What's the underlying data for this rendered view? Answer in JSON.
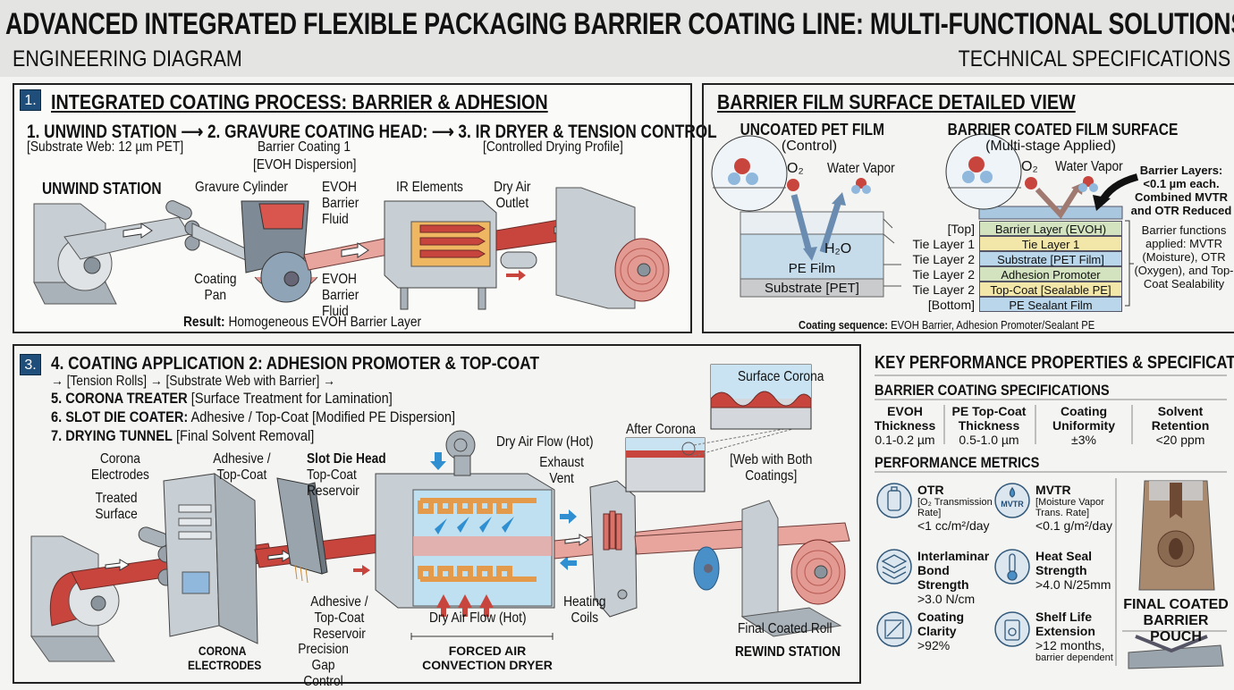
{
  "header": {
    "title": "ADVANCED INTEGRATED FLEXIBLE PACKAGING BARRIER COATING LINE: MULTI-FUNCTIONAL SOLUTIONS",
    "left_subtitle": "ENGINEERING DIAGRAM",
    "right_subtitle": "TECHNICAL SPECIFICATIONS"
  },
  "panel1": {
    "badge": "1.",
    "title": "INTEGRATED COATING PROCESS: BARRIER & ADHESION",
    "steps": "1. UNWIND STATION ⟶ 2. GRAVURE COATING HEAD: ⟶ 3. IR DRYER & TENSION CONTROL",
    "substrate": "[Substrate Web: 12 µm PET]",
    "coating1": "Barrier Coating 1",
    "coating1_sub": "[EVOH Dispersion]",
    "drying": "[Controlled Drying Profile]",
    "unwind": "UNWIND STATION",
    "gravure_cylinder": "Gravure Cylinder",
    "evoh_fluid_top": "EVOH Barrier Fluid",
    "ir_elements": "IR Elements",
    "dry_air_outlet": "Dry Air Outlet",
    "coating_pan": "Coating Pan",
    "evoh_fluid_bottom": "EVOH Barrier Fluid",
    "result_label": "Result:",
    "result_text": " Homogeneous EVOH Barrier Layer"
  },
  "panel2": {
    "title": "BARRIER FILM SURFACE DETAILED VIEW",
    "uncoated_title": "UNCOATED PET FILM",
    "uncoated_sub": "(Control)",
    "o2": "O₂",
    "water_vapor": "Water Vapor",
    "h2o": "H₂O",
    "pe_film": "PE Film",
    "substrate": "Substrate [PET]",
    "coated_title": "BARRIER COATED FILM SURFACE",
    "coated_sub": "(Multi-stage Applied)",
    "side_labels": [
      "[Top]",
      "Tie Layer 1",
      "Tie Layer 2",
      "Tie Layer 2",
      "Tie Layer 2",
      "[Bottom]"
    ],
    "layers": [
      {
        "label": "Barrier Layer (EVOH)",
        "color": "#d3e3c0"
      },
      {
        "label": "Tie Layer 1",
        "color": "#f2e6a8"
      },
      {
        "label": "Substrate [PET Film]",
        "color": "#b9d6ea"
      },
      {
        "label": "Adhesion Promoter",
        "color": "#d3e3c0"
      },
      {
        "label": "Top-Coat [Sealable PE]",
        "color": "#f2e6a8"
      },
      {
        "label": "PE Sealant Film",
        "color": "#b9d6ea"
      }
    ],
    "barrier_note": "Barrier Layers: <0.1 µm each. Combined MVTR and OTR Reduced",
    "functions_note": "Barrier functions applied: MVTR (Moisture), OTR (Oxygen), and Top-Coat Sealability",
    "sequence_label": "Coating sequence:",
    "sequence_text": " EVOH Barrier, Adhesion Promoter/Sealant PE"
  },
  "panel3": {
    "badge": "3.",
    "line1": "4. COATING APPLICATION 2: ADHESION PROMOTER & TOP-COAT",
    "line2": "→ [Tension Rolls] → [Substrate Web with Barrier] →",
    "line3_b": "5. CORONA TREATER",
    "line3": " [Surface Treatment for Lamination]",
    "line4_b": "6. SLOT DIE COATER:",
    "line4": " Adhesive / Top-Coat [Modified PE Dispersion]",
    "line5_b": "7. DRYING TUNNEL",
    "line5": " [Final Solvent Removal]",
    "corona_electrodes": "Corona Electrodes",
    "treated_surface": "Treated Surface",
    "adhesive_topcoat": "Adhesive / Top-Coat",
    "slot_die_head": "Slot Die Head",
    "topcoat_reservoir": "Top-Coat Reservoir",
    "dry_air_top": "Dry Air Flow (Hot)",
    "exhaust_vent": "Exhaust Vent",
    "after_corona": "After Corona",
    "surface_corona": "Surface Corona",
    "web_both": "[Web with Both Coatings]",
    "reservoir_bottom": "Adhesive / Top-Coat Reservoir",
    "dry_air_bottom": "Dry Air Flow (Hot)",
    "heating_coils": "Heating Coils",
    "final_roll": "Final Coated Roll",
    "rewind": "REWIND STATION",
    "corona_caption": "CORONA ELECTRODES",
    "precision_gap": "Precision Gap Control",
    "dryer_caption": "FORCED AIR CONVECTION DRYER"
  },
  "panel4": {
    "title": "KEY PERFORMANCE PROPERTIES & SPECIFICATIONS",
    "spec_heading": "BARRIER COATING SPECIFICATIONS",
    "specs": [
      {
        "name": "EVOH Thickness",
        "value": "0.1-0.2 µm"
      },
      {
        "name": "PE Top-Coat Thickness",
        "value": "0.5-1.0 µm"
      },
      {
        "name": "Coating Uniformity",
        "value": "±3%"
      },
      {
        "name": "Solvent Retention",
        "value": "<20 ppm"
      }
    ],
    "metrics_heading": "PERFORMANCE METRICS",
    "metrics": [
      {
        "name": "OTR",
        "desc": "[O₂ Transmission Rate]",
        "value": "<1 cc/m²/day",
        "icon": "oxygen-bottle-icon"
      },
      {
        "name": "MVTR",
        "desc": "[Moisture Vapor Trans. Rate]",
        "value": "<0.1 g/m²/day",
        "icon": "water-drop-icon",
        "icon_text": "MVTR"
      },
      {
        "name": "Interlaminar Bond Strength",
        "value": ">3.0 N/cm",
        "icon": "layers-icon"
      },
      {
        "name": "Heat Seal Strength",
        "value": ">4.0 N/25mm",
        "icon": "thermometer-icon"
      },
      {
        "name": "Coating Clarity",
        "value": ">92%",
        "icon": "clarity-icon"
      },
      {
        "name": "Shelf Life Extension",
        "value": ">12 months,",
        "note": "barrier dependent",
        "icon": "pouch-icon"
      }
    ],
    "pouch_caption": "FINAL COATED BARRIER POUCH"
  },
  "colors": {
    "accent": "#1f4e7a",
    "web_red": "#c8453e",
    "machine_gray": "#b8bfc6",
    "coil_orange": "#e39a4a",
    "air_blue": "#2f8fd0"
  }
}
